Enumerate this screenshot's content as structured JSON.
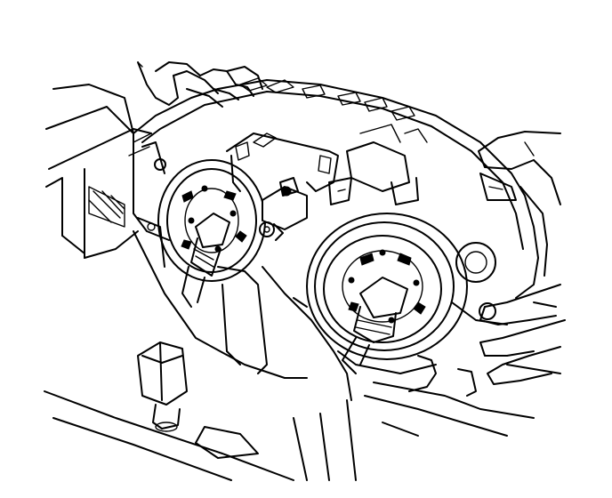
{
  "illustration": {
    "background": "#ffffff",
    "ink": "#000000",
    "components": [
      "headlamp-housing",
      "left-headlamp-bulb-socket",
      "right-headlamp-bulb-socket",
      "center-adjuster-bracket",
      "left-hand",
      "right-hand",
      "washer-reservoir-cap"
    ]
  }
}
